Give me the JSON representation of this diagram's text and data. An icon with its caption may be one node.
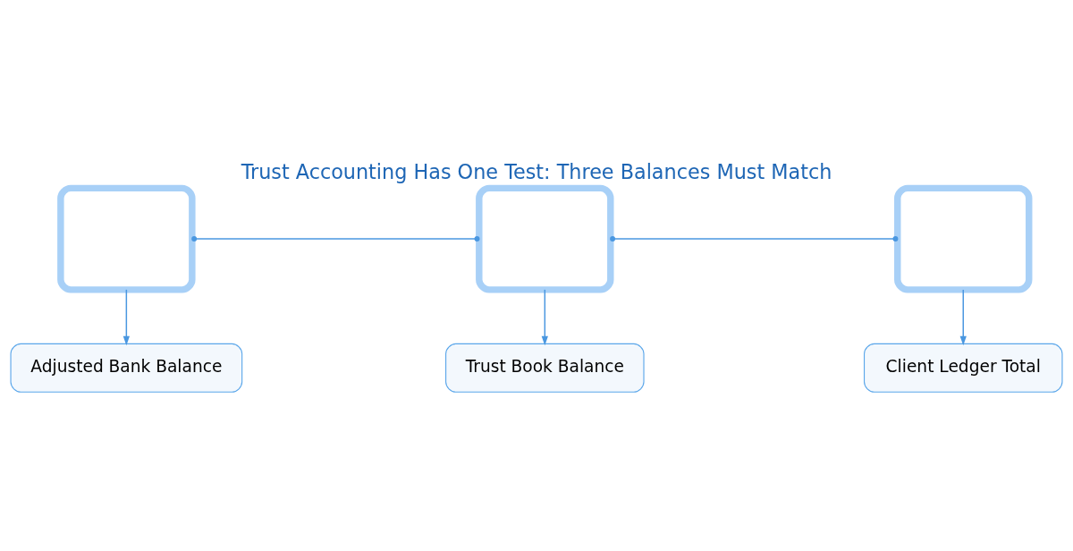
{
  "diagram": {
    "title": "Trust Accounting Has One Test: Three Balances Must Match",
    "nodes": [
      {
        "text": [],
        "shape": "box"
      },
      {
        "text": [],
        "shape": "box"
      },
      {
        "text": [],
        "shape": "box"
      },
      {
        "text": [
          "Adjusted Bank Balance"
        ]
      },
      {
        "text": [
          "Trust Book Balance"
        ]
      },
      {
        "text": [
          "Client Ledger Total"
        ]
      }
    ],
    "edges": [
      {
        "from": 0,
        "to": 1,
        "arrow": "other"
      },
      {
        "from": 1,
        "to": 2,
        "arrow": "other"
      },
      {
        "from": 0,
        "to": 3,
        "arrow": "to"
      },
      {
        "from": 1,
        "to": 4,
        "arrow": "to"
      },
      {
        "from": 2,
        "to": 5,
        "arrow": "to"
      }
    ]
  }
}
